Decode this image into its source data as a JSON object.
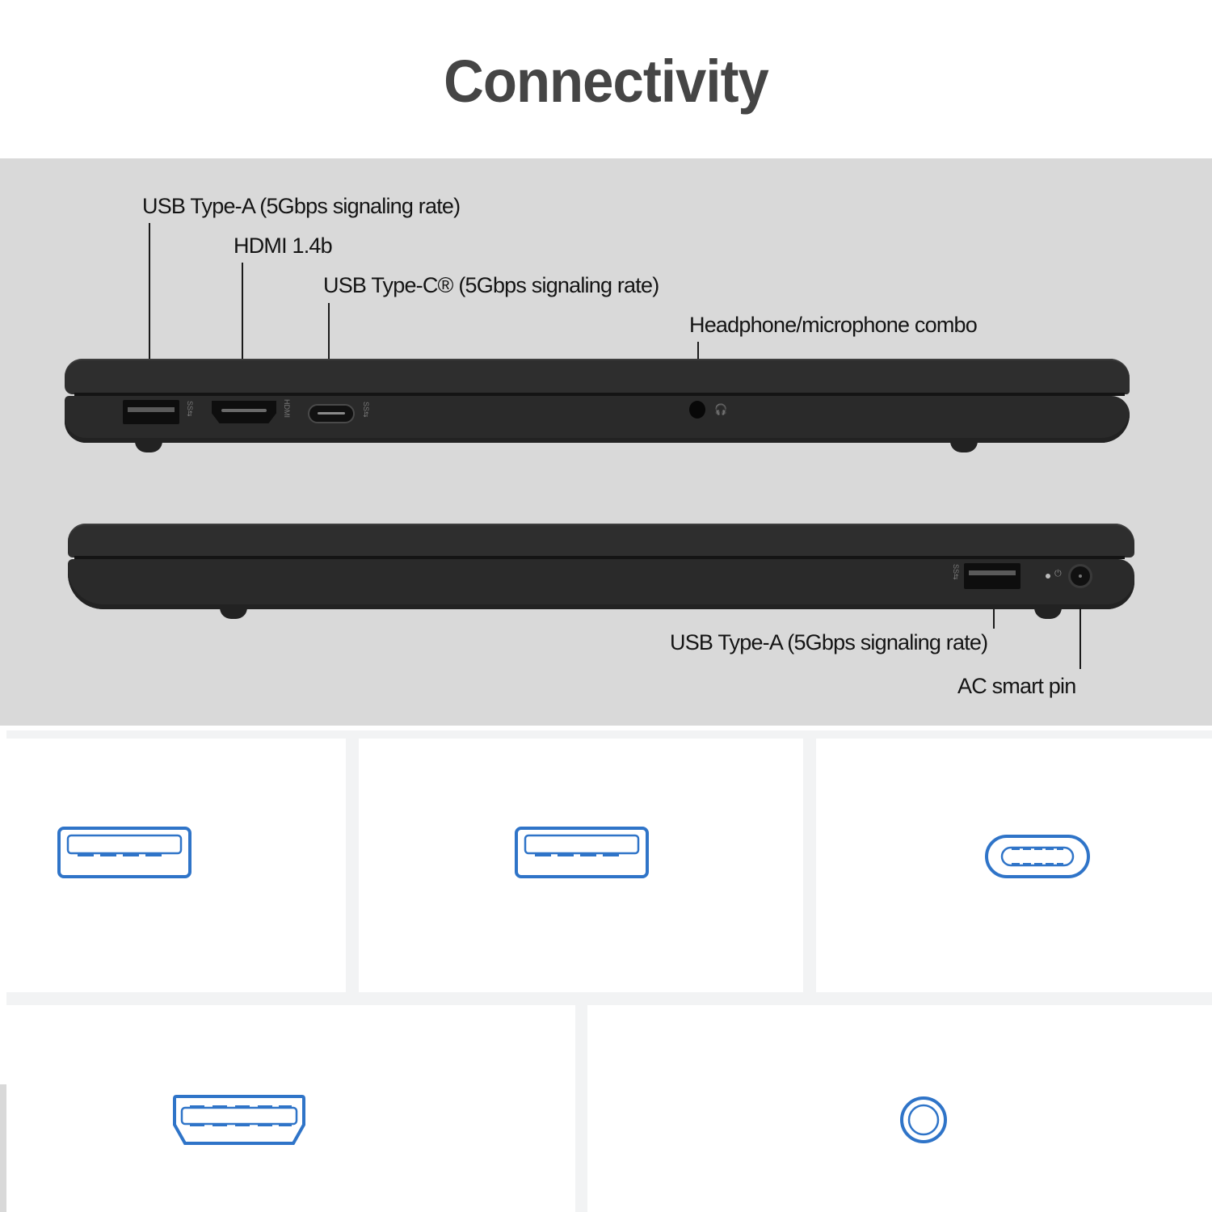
{
  "header": {
    "title": "Connectivity"
  },
  "colors": {
    "title": "#454545",
    "band_background": "#d9d9d9",
    "laptop_body": "#2e2e2e",
    "icon_blue": "#2f74c8",
    "panel_gap": "#f2f3f4"
  },
  "left_side_view": {
    "callouts": [
      {
        "id": "usb-a-left",
        "label": "USB Type-A (5Gbps signaling rate)"
      },
      {
        "id": "hdmi",
        "label": "HDMI 1.4b"
      },
      {
        "id": "usb-c",
        "label": "USB Type-C® (5Gbps signaling rate)"
      },
      {
        "id": "audio-jack",
        "label": "Headphone/microphone combo"
      }
    ],
    "port_markings": {
      "usb_a": "SS⇆",
      "hdmi": "HDMI",
      "usb_c": "SS⇆",
      "audio": "🎧"
    }
  },
  "right_side_view": {
    "callouts": [
      {
        "id": "usb-a-right",
        "label": "USB Type-A (5Gbps signaling rate)"
      },
      {
        "id": "ac-pin",
        "label": "AC smart pin"
      }
    ],
    "port_markings": {
      "usb_a": "SS⇆",
      "power": "⏻"
    }
  },
  "icon_panels": [
    {
      "id": "panel-1",
      "icon": "usb-type-a-icon"
    },
    {
      "id": "panel-2",
      "icon": "usb-type-a-icon"
    },
    {
      "id": "panel-3",
      "icon": "usb-type-c-icon"
    },
    {
      "id": "panel-4",
      "icon": "hdmi-icon"
    },
    {
      "id": "panel-5",
      "icon": "audio-jack-icon"
    }
  ]
}
